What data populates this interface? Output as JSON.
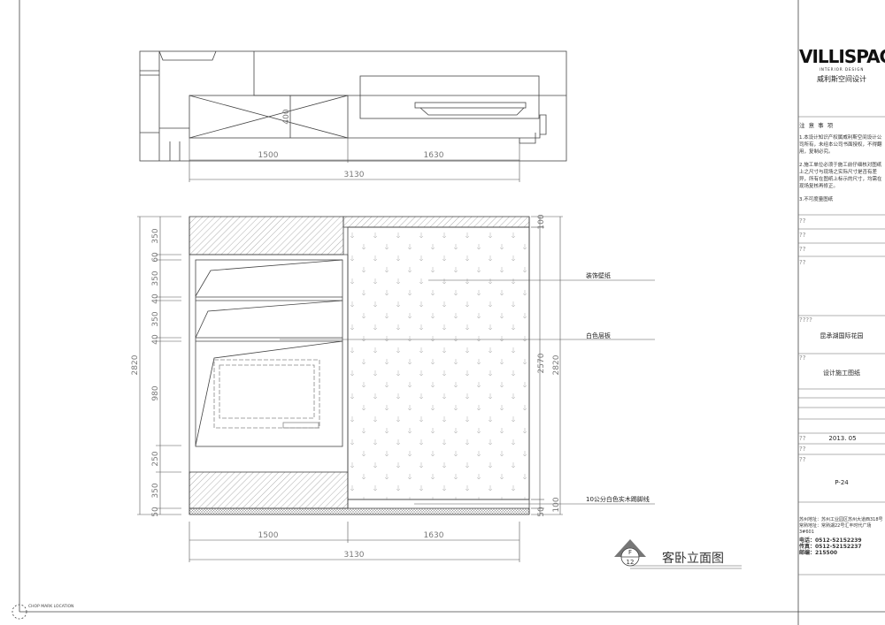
{
  "plan": {
    "dims_top": [
      "1500",
      "1630"
    ],
    "dim_total": "3130",
    "dim_depth": "400"
  },
  "elevation": {
    "left_dims": [
      "350",
      "60",
      "350",
      "40",
      "350",
      "40",
      "980",
      "250",
      "350",
      "50"
    ],
    "left_total": "2820",
    "right_dims": {
      "top": "100",
      "mid": "2570",
      "total": "2820",
      "base": "100",
      "bottom": "50"
    },
    "bottom_dims": [
      "1500",
      "1630"
    ],
    "bottom_total": "3130",
    "labels": {
      "wallpaper": "装饰壁纸",
      "shelf": "白色层板",
      "baseboard": "10公分白色实木踢脚线"
    }
  },
  "title_mark": {
    "letter": "F",
    "number": "12",
    "title": "客卧立面图"
  },
  "corner_note": "CHOP MARK LOCATION",
  "title_block": {
    "logo": "VILLISPACE",
    "logo_sub": "INTERIOR DESIGN",
    "company": "威利斯空间设计",
    "notes_heading": "注 意 事 项",
    "notes": [
      "1.本设计知识产权属威利斯空间设计公司所有，未经本公司书面授权，不得翻用，复制必究。",
      "2.施工单位必须于施工前仔细核对图纸上之尺寸与现场之实际尺寸是否有差异，所有在图纸上标示的尺寸，均需在现场复核再修正。",
      "3.不可度量图纸"
    ],
    "placeholders": [
      "??",
      "??",
      "??",
      "??",
      "????",
      "??",
      "??",
      "??",
      "??"
    ],
    "project": "昆承湖国际花园",
    "drawing_type": "设计施工图纸",
    "date": "2013. 05",
    "page": "P-24",
    "contacts": [
      "苏州地址：苏州工业园区苏州大道西318号",
      "常熟地址：常熟湖22号汇丰时代广场3#601",
      "电话：0512-52152239",
      "传真：0512-52152237",
      "邮编：215500"
    ]
  }
}
